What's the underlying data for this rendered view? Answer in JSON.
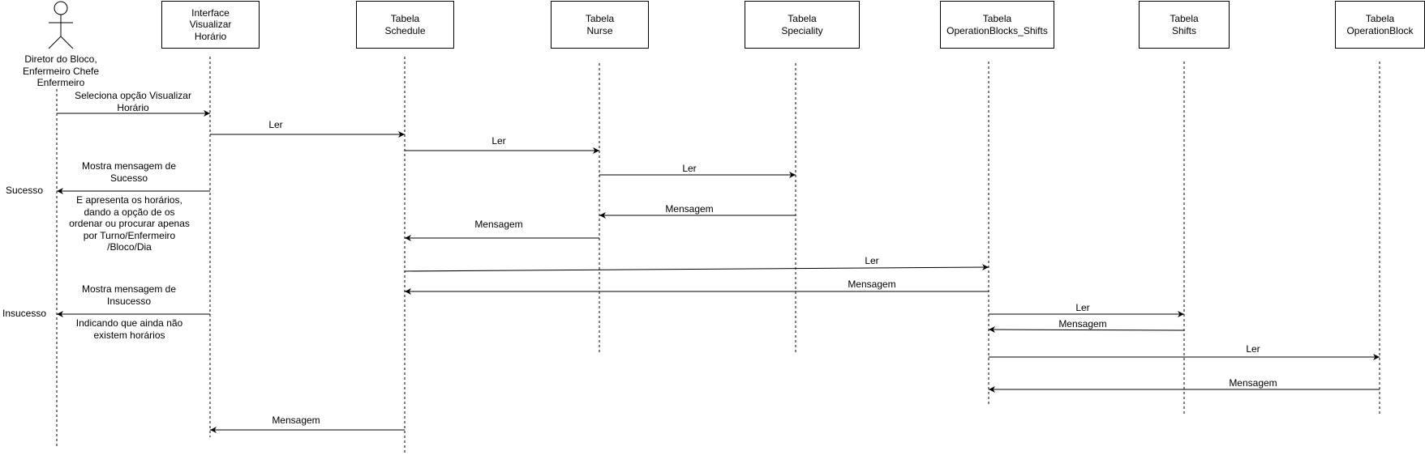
{
  "actor": {
    "label": "Diretor do Bloco,\nEnfermeiro Chefe\nEnfermeiro"
  },
  "participants": [
    {
      "id": "interface",
      "label": "Interface\nVisualizar\nHorário"
    },
    {
      "id": "schedule",
      "label": "Tabela\nSchedule"
    },
    {
      "id": "nurse",
      "label": "Tabela\nNurse"
    },
    {
      "id": "speciality",
      "label": "Tabela\nSpeciality"
    },
    {
      "id": "opblocks_shifts",
      "label": "Tabela\nOperationBlocks_Shifts"
    },
    {
      "id": "shifts",
      "label": "Tabela\nShifts"
    },
    {
      "id": "opblock",
      "label": "Tabela\nOperationBlock"
    }
  ],
  "messages": [
    {
      "label": "Seleciona opção Visualizar\nHorário"
    },
    {
      "label": "Ler"
    },
    {
      "label": "Ler"
    },
    {
      "label": "Ler"
    },
    {
      "label": "Mostra mensagem de\nSucesso"
    },
    {
      "label": "Mensagem"
    },
    {
      "label": "Mensagem"
    },
    {
      "label": "Ler"
    },
    {
      "label": "Mensagem"
    },
    {
      "label": "Mostra mensagem de\nInsucesso"
    },
    {
      "label": "Ler"
    },
    {
      "label": "Mensagem"
    },
    {
      "label": "Ler"
    },
    {
      "label": "Mensagem"
    },
    {
      "label": "Mensagem"
    }
  ],
  "notes": {
    "sucesso": "Sucesso",
    "sucesso_detail": "E apresenta os horários,\ndando a opção de os\nordenar ou procurar apenas\npor Turno/Enfermeiro\n/Bloco/Dia",
    "insucesso": "Insucesso",
    "insucesso_detail": "Indicando que ainda não\nexistem horários"
  }
}
